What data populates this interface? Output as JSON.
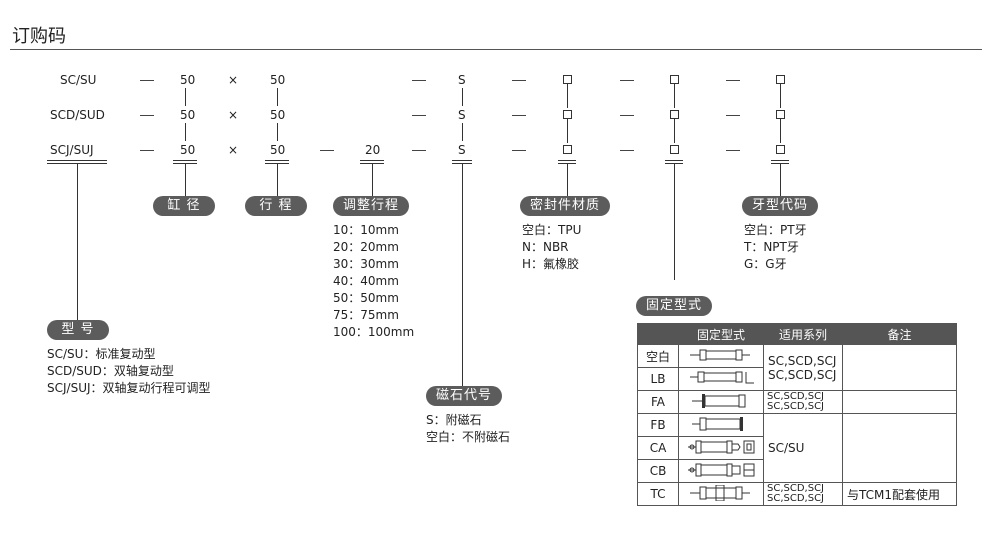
{
  "title": "订购码",
  "rows": [
    {
      "model": "SC/SU",
      "bore": "50",
      "times": "×",
      "stroke": "50",
      "adj": "",
      "mag": "S"
    },
    {
      "model": "SCD/SUD",
      "bore": "50",
      "times": "×",
      "stroke": "50",
      "adj": "",
      "mag": "S"
    },
    {
      "model": "SCJ/SUJ",
      "bore": "50",
      "times": "×",
      "stroke": "50",
      "adj": "20",
      "mag": "S"
    }
  ],
  "labels": {
    "bore": "缸 径",
    "stroke": "行 程",
    "adjust": "调整行程",
    "seal": "密封件材质",
    "thread": "牙型代码",
    "mount": "固定型式",
    "model": "型 号",
    "magnet": "磁石代号"
  },
  "adjust_list": [
    "10：10mm",
    "20：20mm",
    "30：30mm",
    "40：40mm",
    "50：50mm",
    "75：75mm",
    "100：100mm"
  ],
  "seal_list": [
    "空白：TPU",
    "N：NBR",
    "H：氟橡胶"
  ],
  "thread_list": [
    "空白：PT牙",
    "T：NPT牙",
    "G：G牙"
  ],
  "model_list": [
    "SC/SU：标准复动型",
    "SCD/SUD：双轴复动型",
    "SCJ/SUJ：双轴复动行程可调型"
  ],
  "magnet_list": [
    "S：附磁石",
    "空白：不附磁石"
  ],
  "mount_table": {
    "headers": [
      "",
      "固定型式",
      "适用系列",
      "备注"
    ],
    "rows": [
      {
        "code": "空白",
        "series": [
          "SC,SCD,SCJ",
          "SC,SCD,SCJ"
        ],
        "note": ""
      },
      {
        "code": "LB"
      },
      {
        "code": "FA",
        "series": [
          "SC,SCD,SCJ",
          "SC,SCD,SCJ"
        ],
        "note": ""
      },
      {
        "code": "FB",
        "series": [
          "SC/SU"
        ],
        "note": ""
      },
      {
        "code": "CA"
      },
      {
        "code": "CB"
      },
      {
        "code": "TC",
        "series": [
          "SC,SCD,SCJ",
          "SC,SCD,SCJ"
        ],
        "note": "与TCM1配套使用"
      }
    ]
  }
}
